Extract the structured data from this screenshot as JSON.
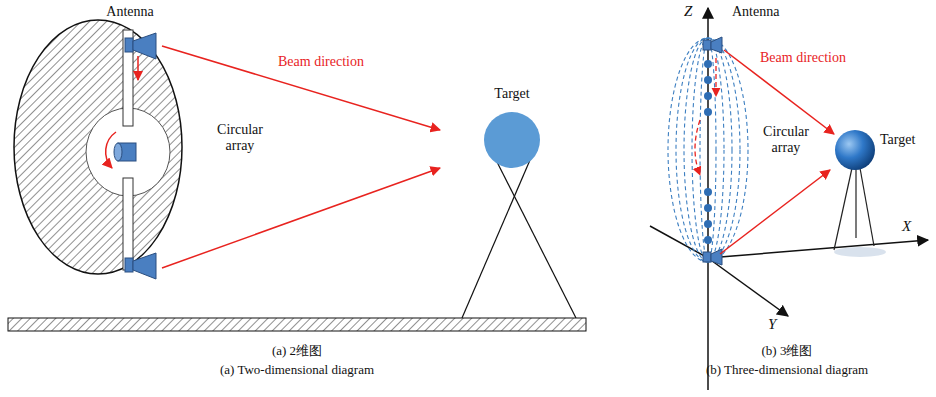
{
  "diagram": {
    "labels": [
      "Antenna",
      "Beam direction",
      "Target",
      "Circular array",
      "(a) 2维图",
      "(a) Two-dimensional diagram",
      "Z",
      "Antenna",
      "Beam direction",
      "Circular array",
      "Target",
      "X",
      "Y",
      "(b) 3维图",
      "(b) Three-dimensional diagram"
    ]
  }
}
